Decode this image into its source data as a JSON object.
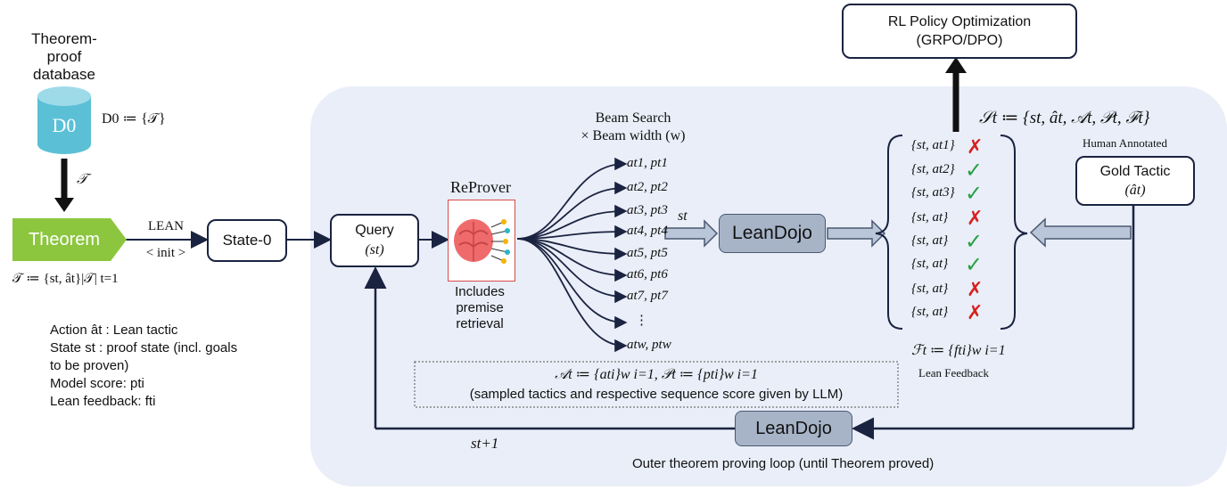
{
  "database": {
    "title_lines": [
      "Theorem-",
      "proof",
      "database"
    ],
    "cylinder_label": "D0",
    "definition": "D0 ≔ {𝒯}",
    "arrow_label": "𝒯"
  },
  "theorem": {
    "label": "Theorem",
    "definition": "𝒯 ≔ {st, ât}|𝒯| t=1"
  },
  "lean_init": {
    "top": "LEAN",
    "bottom": "< init >"
  },
  "state0": {
    "label": "State-0"
  },
  "query": {
    "line1": "Query",
    "line2": "(st)"
  },
  "reprover": {
    "title": "ReProver",
    "caption_lines": [
      "Includes",
      "premise",
      "retrieval"
    ]
  },
  "beam": {
    "title_line1": "Beam Search",
    "title_line2": "× Beam width (w)",
    "outputs": [
      "at1, pt1",
      "at2, pt2",
      "at3, pt3",
      "at4, pt4",
      "at5, pt5",
      "at6, pt6",
      "at7, pt7",
      "⋮",
      "atw, ptw"
    ]
  },
  "st_arrow_label": "st",
  "leandojo_top": {
    "label": "LeanDojo"
  },
  "leandojo_bottom": {
    "label": "LeanDojo"
  },
  "feedback_list": {
    "items": [
      {
        "pair": "{st, at1}",
        "status": "x"
      },
      {
        "pair": "{st, at2}",
        "status": "check"
      },
      {
        "pair": "{st, at3}",
        "status": "check"
      },
      {
        "pair": "{st, at}",
        "status": "x"
      },
      {
        "pair": "{st, at}",
        "status": "check"
      },
      {
        "pair": "{st, at}",
        "status": "check"
      },
      {
        "pair": "{st, at}",
        "status": "x"
      },
      {
        "pair": "{st, at}",
        "status": "x"
      }
    ],
    "definition": "ℱt ≔ {fti}w i=1",
    "caption": "Lean Feedback"
  },
  "st_set": {
    "definition": "𝒮t ≔ {st, ât, 𝒜t, 𝒫t, ℱt}"
  },
  "rl": {
    "line1": "RL Policy Optimization",
    "line2": "(GRPO/DPO)"
  },
  "gold": {
    "annotation": "Human Annotated",
    "line1": "Gold Tactic",
    "line2": "(ât)"
  },
  "sampled_box": {
    "line1": "𝒜t ≔ {ati}w i=1, 𝒫t ≔ {pti}w i=1",
    "line2": "(sampled tactics and respective sequence  score given by LLM)"
  },
  "st1_label": "st+1",
  "loop_caption": "Outer theorem proving loop (until Theorem proved)",
  "legend": [
    "Action ât : Lean tactic",
    "State st : proof state (incl. goals",
    "to be proven)",
    "Model score: pti",
    "Lean feedback: fti"
  ],
  "colors": {
    "panel": "#e9eef8",
    "theorem_green": "#8cc63f",
    "cylinder": "#5bc0d6",
    "grey_box": "#a7b4c8",
    "navy": "#1a2340",
    "x_red": "#d62020",
    "check_green": "#27a043"
  }
}
